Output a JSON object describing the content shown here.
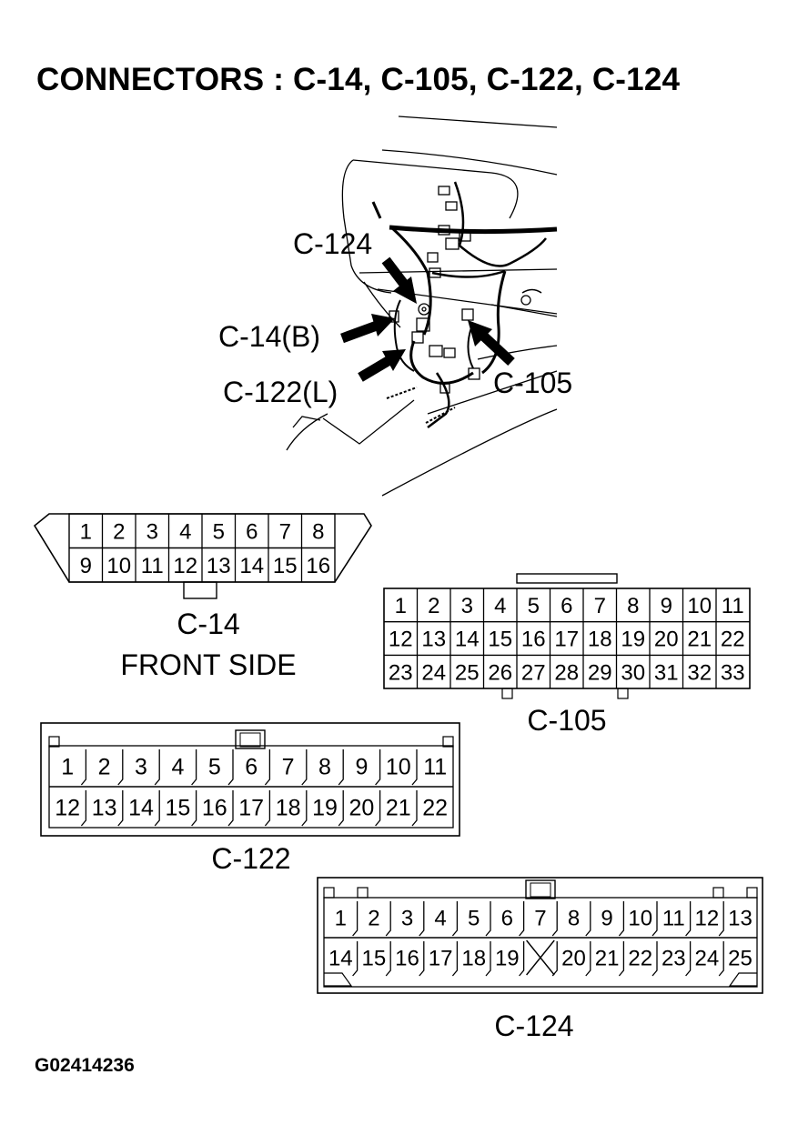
{
  "title": "CONNECTORS : C-14, C-105, C-122, C-124",
  "figure_code": "G02414236",
  "illustration": {
    "callouts": [
      {
        "id": "c124",
        "label": "C-124"
      },
      {
        "id": "c14",
        "label": "C-14(B)"
      },
      {
        "id": "c122",
        "label": "C-122(L)"
      },
      {
        "id": "c105",
        "label": "C-105"
      }
    ]
  },
  "connectors": [
    {
      "id": "c14",
      "name": "C-14",
      "caption": "FRONT SIDE",
      "rows": [
        [
          "1",
          "2",
          "3",
          "4",
          "5",
          "6",
          "7",
          "8"
        ],
        [
          "9",
          "10",
          "11",
          "12",
          "13",
          "14",
          "15",
          "16"
        ]
      ]
    },
    {
      "id": "c105",
      "name": "C-105",
      "rows": [
        [
          "1",
          "2",
          "3",
          "4",
          "5",
          "6",
          "7",
          "8",
          "9",
          "10",
          "11"
        ],
        [
          "12",
          "13",
          "14",
          "15",
          "16",
          "17",
          "18",
          "19",
          "20",
          "21",
          "22"
        ],
        [
          "23",
          "24",
          "25",
          "26",
          "27",
          "28",
          "29",
          "30",
          "31",
          "32",
          "33"
        ]
      ]
    },
    {
      "id": "c122",
      "name": "C-122",
      "rows": [
        [
          "1",
          "2",
          "3",
          "4",
          "5",
          "6",
          "7",
          "8",
          "9",
          "10",
          "11"
        ],
        [
          "12",
          "13",
          "14",
          "15",
          "16",
          "17",
          "18",
          "19",
          "20",
          "21",
          "22"
        ]
      ]
    },
    {
      "id": "c124",
      "name": "C-124",
      "rows": [
        [
          "1",
          "2",
          "3",
          "4",
          "5",
          "6",
          "7",
          "8",
          "9",
          "10",
          "11",
          "12",
          "13"
        ],
        [
          "14",
          "15",
          "16",
          "17",
          "18",
          "19",
          "",
          "20",
          "21",
          "22",
          "23",
          "24",
          "25"
        ]
      ]
    }
  ]
}
